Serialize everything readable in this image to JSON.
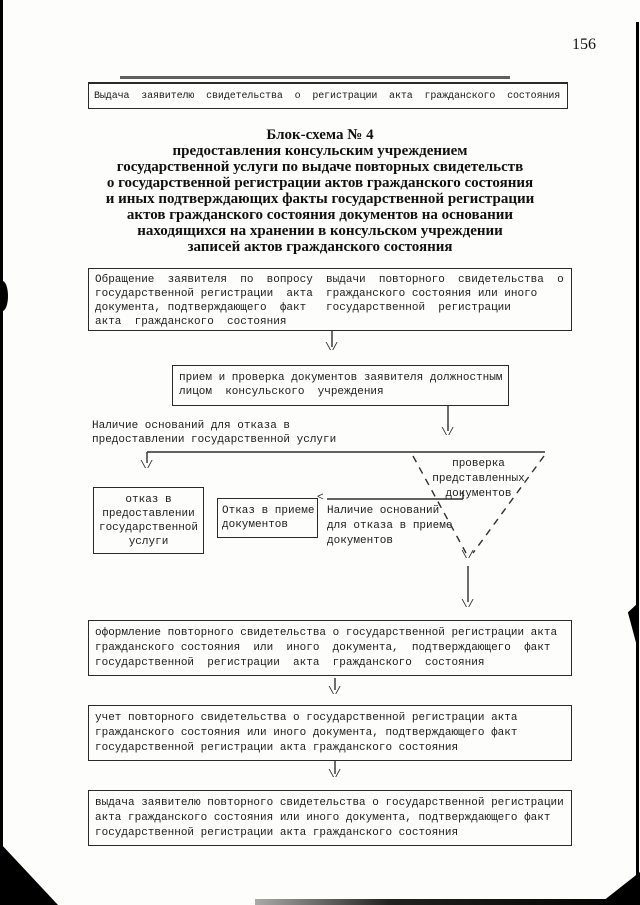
{
  "page_number": "156",
  "colors": {
    "ink": "#1d1d1d",
    "paper": "#fdfdfc",
    "line": "#2e2e2e"
  },
  "header_box": {
    "text": "Выдача  заявителю  свидетельства  о  регистрации  акта  гражданского  состояния"
  },
  "title": {
    "text": "Блок-схема № 4\nпредоставления консульским учреждением\nгосударственной услуги по выдаче повторных свидетельств\nо государственной регистрации актов гражданского состояния\nи иных подтверждающих факты государственной регистрации\nактов гражданского состояния документов на основании\nнаходящихся на хранении в консульском учреждении\nзаписей актов гражданского состояния"
  },
  "flowchart": {
    "box_application": {
      "text": "Обращение  заявителя  по  вопросу  выдачи  повторного  свидетельства  о\nгосударственной регистрации  акта  гражданского состояния или иного\nдокумента, подтверждающего  факт   государственной  регистрации\nакта  гражданского  состояния"
    },
    "box_reception": {
      "text": "прием и проверка документов заявителя должностным\nлицом  консульского  учреждения"
    },
    "label_refusal_service": {
      "text": "Наличие оснований для отказа в\nпредоставлении государственной услуги"
    },
    "box_refuse_service": {
      "text": "отказ в\nпредоставлении\nгосударственной\nуслуги"
    },
    "box_refuse_docs": {
      "text": "Отказ в приеме\nдокументов"
    },
    "label_refusal_docs": {
      "text": "Наличие оснований\nдля отказа в приеме\nдокументов"
    },
    "decision_check": {
      "text": "проверка\nпредставленных\nдокументов"
    },
    "box_registration": {
      "text": "оформление повторного свидетельства о государственной регистрации акта\nгражданского состояния  или  иного  документа,  подтверждающего  факт\nгосударственной  регистрации  акта  гражданского  состояния"
    },
    "box_record": {
      "text": "учет повторного свидетельства о государственной регистрации акта\nгражданского состояния или иного документа, подтверждающего факт\nгосударственной регистрации акта гражданского состояния"
    },
    "box_delivery": {
      "text": "выдача заявителю повторного свидетельства о государственной регистрации\nакта гражданского состояния или иного документа, подтверждающего факт\nгосударственной регистрации акта гражданского состояния"
    },
    "glyphs": {
      "arrow_down": "\\/",
      "arrow_left": "<"
    }
  }
}
